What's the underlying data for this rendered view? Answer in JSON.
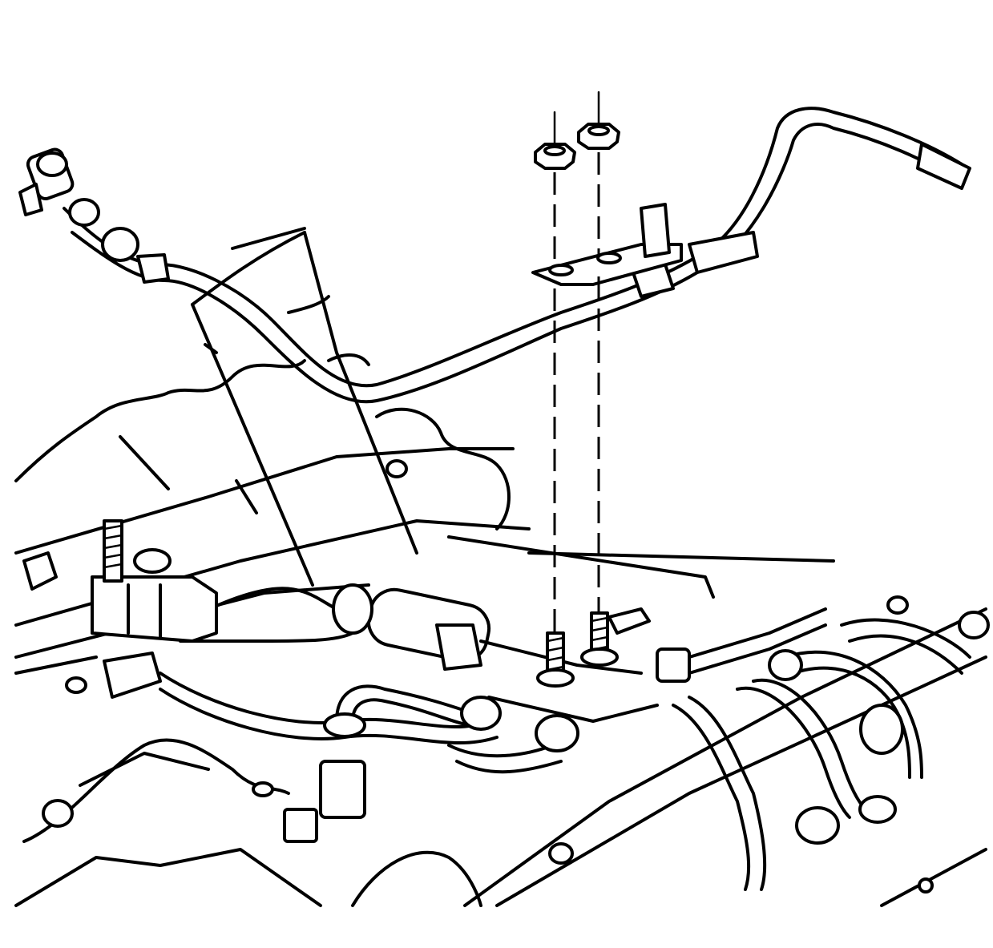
{
  "figure": {
    "kind": "line-art service illustration",
    "colors": {
      "line": "#000000",
      "background": "#ffffff"
    },
    "components": [
      "fuel-return-pipe",
      "pipe-bracket",
      "nut",
      "nut",
      "stud",
      "stud",
      "fuel-injection-lines",
      "engine-block"
    ]
  }
}
